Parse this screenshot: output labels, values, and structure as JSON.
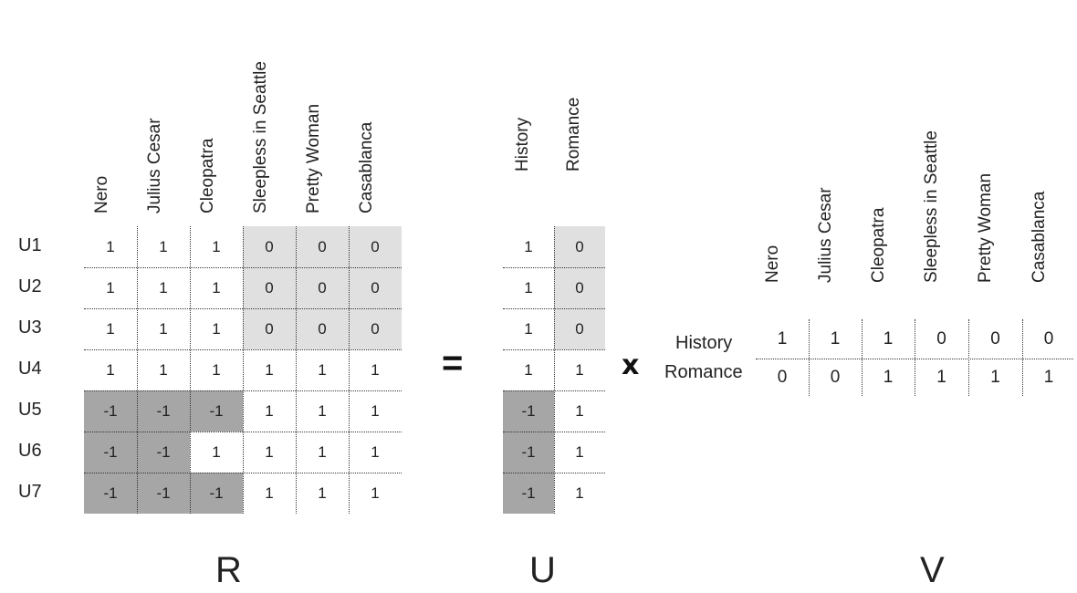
{
  "movies": [
    "Nero",
    "Julius Cesar",
    "Cleopatra",
    "Sleepless in Seattle",
    "Pretty Woman",
    "Casablanca"
  ],
  "users": [
    "U1",
    "U2",
    "U3",
    "U4",
    "U5",
    "U6",
    "U7"
  ],
  "genres_u": [
    "History",
    "Romance"
  ],
  "genres_v": [
    "History",
    "Romance"
  ],
  "R": [
    [
      "1",
      "1",
      "1",
      "0",
      "0",
      "0"
    ],
    [
      "1",
      "1",
      "1",
      "0",
      "0",
      "0"
    ],
    [
      "1",
      "1",
      "1",
      "0",
      "0",
      "0"
    ],
    [
      "1",
      "1",
      "1",
      "1",
      "1",
      "1"
    ],
    [
      "-1",
      "-1",
      "-1",
      "1",
      "1",
      "1"
    ],
    [
      "-1",
      "-1",
      "1",
      "1",
      "1",
      "1"
    ],
    [
      "-1",
      "-1",
      "-1",
      "1",
      "1",
      "1"
    ]
  ],
  "U": [
    [
      "1",
      "0"
    ],
    [
      "1",
      "0"
    ],
    [
      "1",
      "0"
    ],
    [
      "1",
      "1"
    ],
    [
      "-1",
      "1"
    ],
    [
      "-1",
      "1"
    ],
    [
      "-1",
      "1"
    ]
  ],
  "V": [
    [
      "1",
      "1",
      "1",
      "0",
      "0",
      "0"
    ],
    [
      "0",
      "0",
      "1",
      "1",
      "1",
      "1"
    ]
  ],
  "labels": {
    "r": "R",
    "u": "U",
    "v": "V",
    "equals": "=",
    "times": "x"
  },
  "colors": {
    "light_shade": "#e0e0e0",
    "dark_shade": "#a6a6a6"
  }
}
